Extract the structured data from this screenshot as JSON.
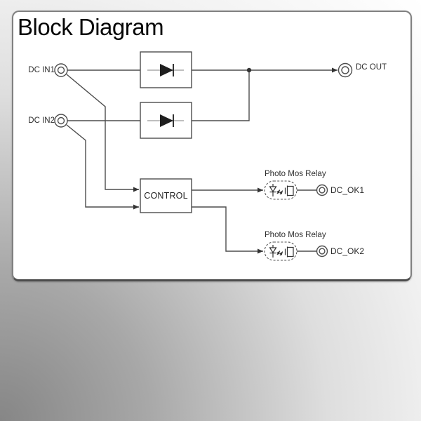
{
  "window": {
    "title": "Block Diagram"
  },
  "diagram": {
    "terminals": {
      "dc_in1": "DC IN1",
      "dc_in2": "DC IN2",
      "dc_out": "DC OUT",
      "dc_ok1": "DC_OK1",
      "dc_ok2": "DC_OK2"
    },
    "blocks": {
      "control": "CONTROL"
    },
    "annotations": {
      "photo_mos_relay_1": "Photo Mos Relay",
      "photo_mos_relay_2": "Photo Mos Relay"
    },
    "icons": {
      "diode_icon": "rectifier diode in box",
      "photomos_relay_icon": "LED + MOSFET in dashed stadium",
      "terminal_icon": "double circle connector",
      "junction_dot_icon": "filled wire junction",
      "arrowhead_icon": "signal direction arrow"
    },
    "colors": {
      "line": "#4d4d4d",
      "diode_fill": "#1f1f1f",
      "text": "#2e2e2e",
      "card_background": "#ffffff",
      "card_border": "#808080",
      "background_dark": "#8a8a8a",
      "background_light": "#ffffff"
    }
  }
}
